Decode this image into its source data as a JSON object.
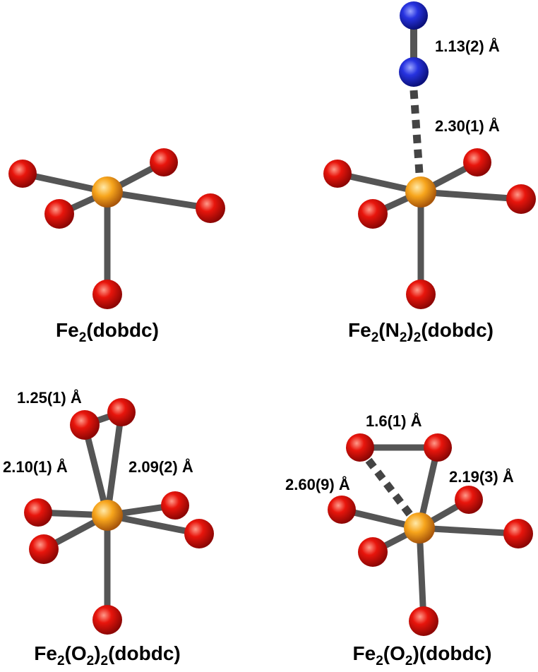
{
  "panels": [
    {
      "id": "fe2-dobdc",
      "caption": {
        "pre": "Fe",
        "s1": "2",
        "post": "(dobdc)"
      },
      "distances": []
    },
    {
      "id": "fe2-n2-2-dobdc",
      "caption": {
        "pre": "Fe",
        "s1": "2",
        "mid1": "(N",
        "s2": "2",
        "mid2": ")",
        "s3": "2",
        "post": "(dobdc)"
      },
      "distances": [
        {
          "label": "1.13(2) Å"
        },
        {
          "label": "2.30(1) Å"
        }
      ]
    },
    {
      "id": "fe2-o2-2-dobdc",
      "caption": {
        "pre": "Fe",
        "s1": "2",
        "mid1": "(O",
        "s2": "2",
        "mid2": ")",
        "s3": "2",
        "post": "(dobdc)"
      },
      "distances": [
        {
          "label": "1.25(1) Å"
        },
        {
          "label": "2.10(1) Å"
        },
        {
          "label": "2.09(2) Å"
        }
      ]
    },
    {
      "id": "fe2-o2-dobdc",
      "caption": {
        "pre": "Fe",
        "s1": "2",
        "mid1": "(O",
        "s2": "2",
        "post": ")(dobdc)"
      },
      "distances": [
        {
          "label": "1.6(1) Å"
        },
        {
          "label": "2.60(9) Å"
        },
        {
          "label": "2.19(3) Å"
        }
      ]
    }
  ],
  "atoms": {
    "iron": {
      "name": "Fe",
      "color": "#f29a14"
    },
    "oxygen": {
      "name": "O",
      "color": "#e3120b"
    },
    "nitrogen": {
      "name": "N",
      "color": "#1f2ad8"
    }
  },
  "bond_color": "#5a5a5a"
}
